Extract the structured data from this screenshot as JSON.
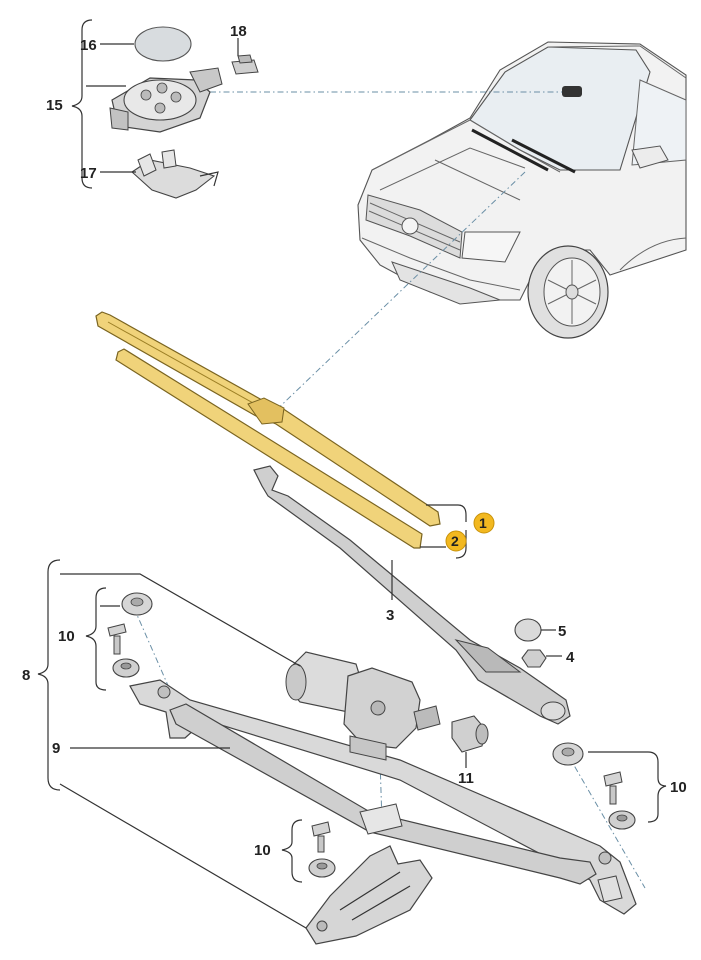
{
  "callouts": {
    "c1": "1",
    "c2": "2",
    "c3": "3",
    "c4": "4",
    "c5": "5",
    "c8": "8",
    "c9": "9",
    "c10a": "10",
    "c10b": "10",
    "c10c": "10",
    "c11": "11",
    "c15": "15",
    "c16": "16",
    "c17": "17",
    "c18": "18"
  },
  "colors": {
    "highlight_yellow": "#f0d37a",
    "badge_yellow": "#f2b820",
    "part_gray": "#d9d9d9",
    "guide_line": "#6a8fa6"
  },
  "icons": {
    "badge_shape": "circle-badge"
  }
}
